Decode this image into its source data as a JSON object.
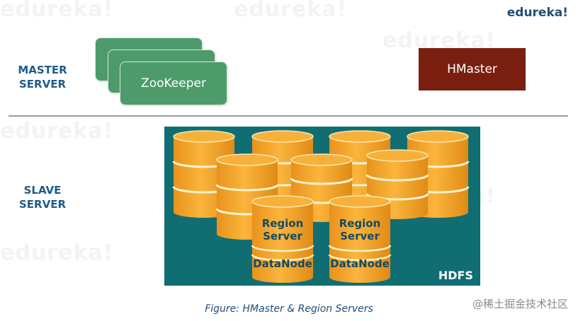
{
  "brand": "edureka!",
  "watermark": "edureka!",
  "master_label": [
    "MASTER",
    "SERVER"
  ],
  "slave_label": [
    "SLAVE",
    "SERVER"
  ],
  "zookeeper_label": "ZooKeeper",
  "hmaster_label": "HMaster",
  "hdfs_label": "HDFS",
  "region_server_label": [
    "Region",
    "Server"
  ],
  "datanode_label": "DataNode",
  "caption": "Figure: HMaster & Region Servers",
  "corner_mark": "@稀土掘金技术社区",
  "colors": {
    "zookeeper": "#4d9b6b",
    "hmaster": "#7a1f0f",
    "hdfs": "#106e73",
    "cylinder": "#f5a623",
    "label_text": "#1f5b8a"
  }
}
